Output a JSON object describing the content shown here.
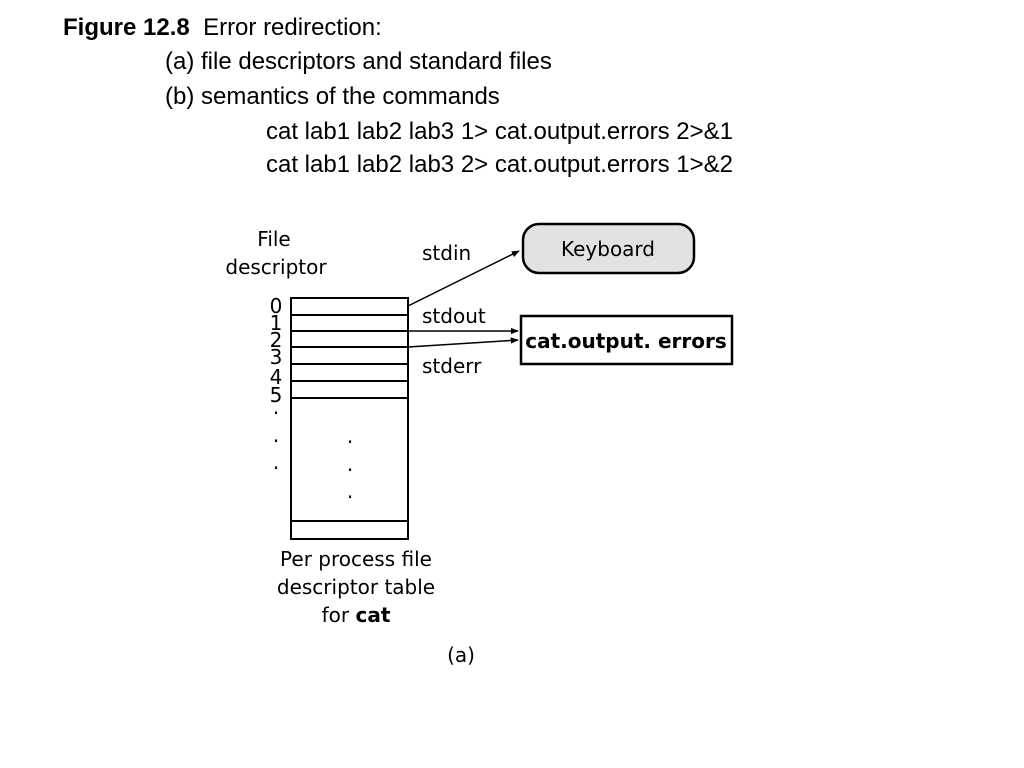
{
  "caption": {
    "figure_label": "Figure 12.8",
    "title": "Error redirection:",
    "item_a": "(a) file descriptors and standard files",
    "item_b": "(b) semantics of the commands",
    "command_1": "cat lab1 lab2 lab3 1> cat.output.errors 2>&1",
    "command_2": "cat lab1 lab2 lab3 2> cat.output.errors 1>&2"
  },
  "diagram": {
    "fd_heading_line1": "File",
    "fd_heading_line2": "descriptor",
    "fd_numbers": [
      "0",
      "1",
      "2",
      "3",
      "4",
      "5"
    ],
    "ellipsis_dot": ".",
    "stdin_label": "stdin",
    "stdout_label": "stdout",
    "stderr_label": "stderr",
    "keyboard_label": "Keyboard",
    "file_label": "cat.output. errors",
    "table_caption_line1": "Per process file",
    "table_caption_line2": "descriptor table",
    "table_caption_for": "for ",
    "table_caption_cmd": "cat",
    "subfigure_label": "(a)",
    "colors": {
      "keyboard_fill": "#e2e2e2",
      "stroke": "#000000"
    }
  }
}
